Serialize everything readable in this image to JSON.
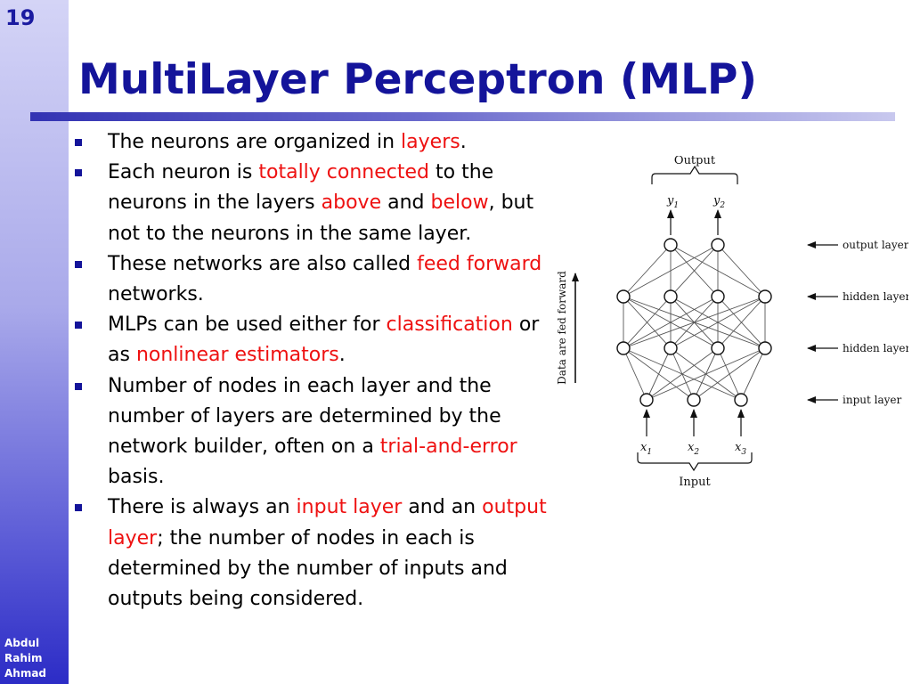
{
  "slide": {
    "number": "19",
    "title": "MultiLayer Perceptron (MLP)",
    "author": [
      "Abdul",
      "Rahim",
      "Ahmad"
    ]
  },
  "bullets": [
    [
      {
        "t": "The neurons are organized in "
      },
      {
        "t": "layers",
        "hl": true
      },
      {
        "t": "."
      }
    ],
    [
      {
        "t": "Each neuron is "
      },
      {
        "t": "totally connected",
        "hl": true
      },
      {
        "t": " to the neurons in the layers "
      },
      {
        "t": "above",
        "hl": true
      },
      {
        "t": " and "
      },
      {
        "t": "below",
        "hl": true
      },
      {
        "t": ", but not to the neurons in the same layer."
      }
    ],
    [
      {
        "t": "These networks are also called "
      },
      {
        "t": "feed forward",
        "hl": true
      },
      {
        "t": " networks."
      }
    ],
    [
      {
        "t": "MLPs can be used either for "
      },
      {
        "t": "classification",
        "hl": true
      },
      {
        "t": " or as "
      },
      {
        "t": "nonlinear estimators",
        "hl": true
      },
      {
        "t": "."
      }
    ],
    [
      {
        "t": "Number of nodes in each layer and the number of layers are determined by the network builder, often on a "
      },
      {
        "t": "trial-and-error",
        "hl": true
      },
      {
        "t": " basis."
      }
    ],
    [
      {
        "t": "There is always an "
      },
      {
        "t": "input layer",
        "hl": true
      },
      {
        "t": " and an "
      },
      {
        "t": "output layer",
        "hl": true
      },
      {
        "t": "; the number of nodes in each is determined by the number of inputs and outputs being considered."
      }
    ]
  ],
  "colors": {
    "title": "#14149a",
    "highlight": "#ee1111",
    "bullet_marker": "#14149a"
  },
  "diagram": {
    "output_caption": "Output",
    "input_caption": "Input",
    "side_label": "Data are fed forward",
    "layer_labels": [
      "output layer",
      "hidden layer",
      "hidden layer",
      "input layer"
    ],
    "output_symbols": [
      {
        "base": "y",
        "sub": "1"
      },
      {
        "base": "y",
        "sub": "2"
      }
    ],
    "input_symbols": [
      {
        "base": "x",
        "sub": "1"
      },
      {
        "base": "x",
        "sub": "2"
      },
      {
        "base": "x",
        "sub": "3"
      }
    ],
    "layer_sizes": [
      3,
      4,
      4,
      2
    ]
  }
}
